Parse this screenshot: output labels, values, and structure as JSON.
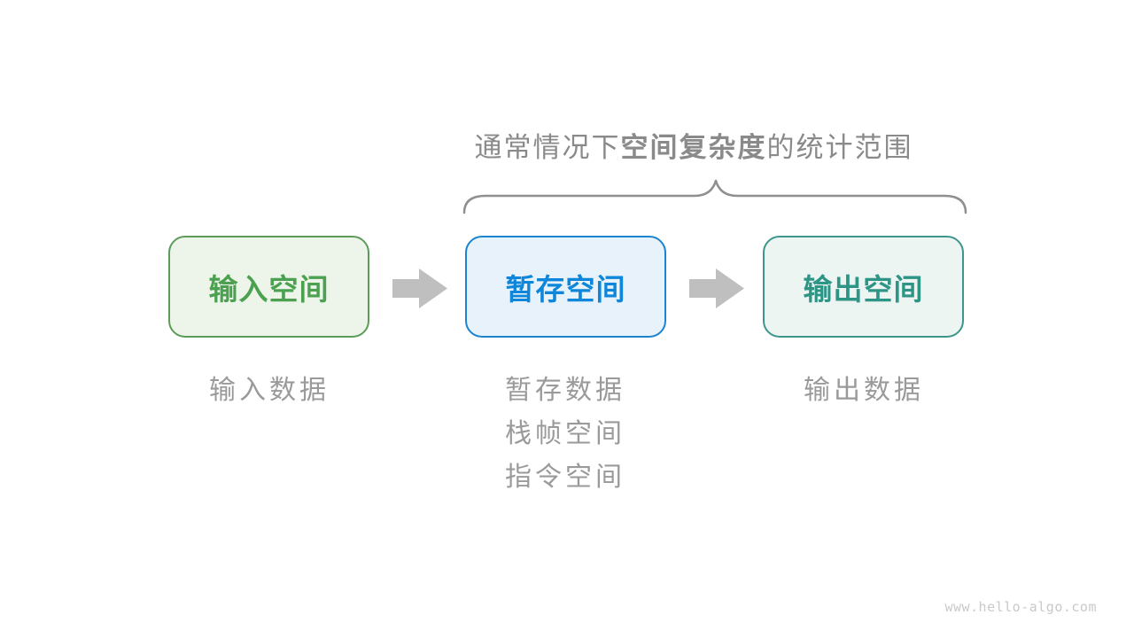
{
  "title": {
    "prefix": "通常情况下",
    "bold": "空间复杂度",
    "suffix": "的统计范围"
  },
  "boxes": [
    {
      "id": "input-space",
      "label": "输入空间",
      "border_color": "#5C9C58",
      "fill_color": "#EDF5EB",
      "text_color": "#4BA150"
    },
    {
      "id": "temp-space",
      "label": "暂存空间",
      "border_color": "#1A85CE",
      "fill_color": "#E8F2FB",
      "text_color": "#0E87DA"
    },
    {
      "id": "output-space",
      "label": "输出空间",
      "border_color": "#3E968B",
      "fill_color": "#ECF5F2",
      "text_color": "#2E9486"
    }
  ],
  "columns": [
    {
      "notes": [
        "输入数据"
      ]
    },
    {
      "notes": [
        "暂存数据",
        "栈帧空间",
        "指令空间"
      ]
    },
    {
      "notes": [
        "输出数据"
      ]
    }
  ],
  "watermark": "www.hello-algo.com",
  "colors": {
    "title_text": "#8A8A8A",
    "note_text": "#9A9A9A",
    "brace": "#8F8F8F",
    "arrow": "#BFBFBF",
    "watermark": "#C9C9C9",
    "background": "#FFFFFF"
  }
}
